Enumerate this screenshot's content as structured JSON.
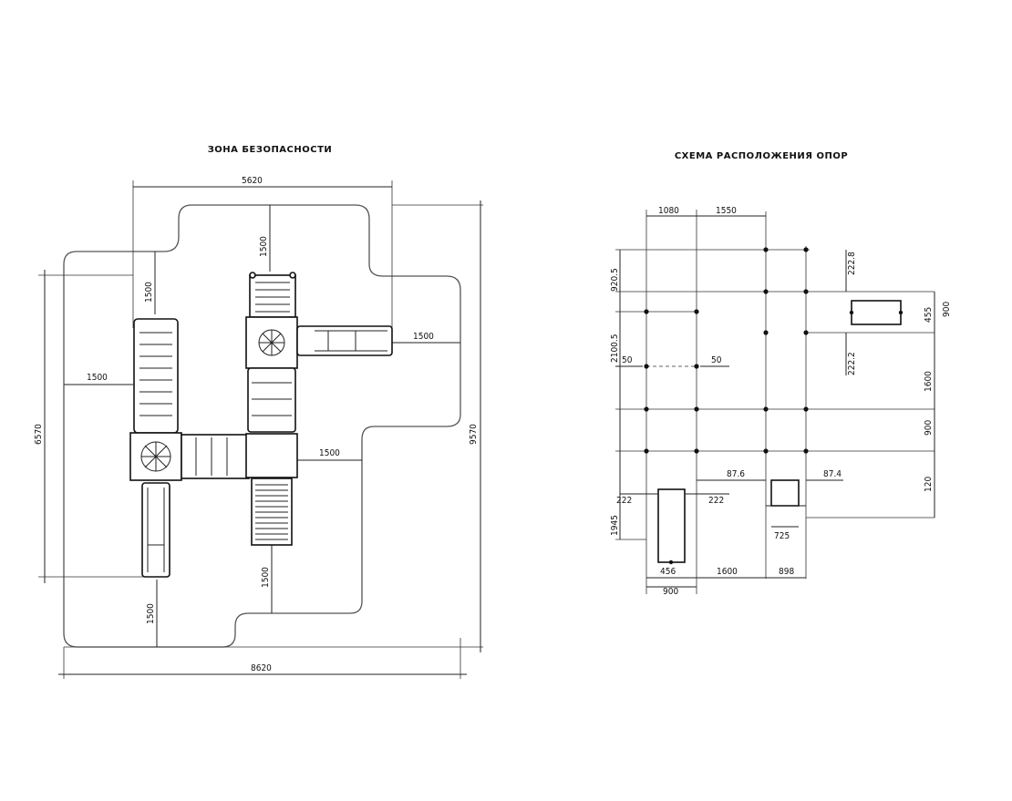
{
  "left": {
    "title": "ЗОНА БЕЗОПАСНОСТИ",
    "dims": {
      "top_width": "5620",
      "bottom_width": "8620",
      "left_height": "6570",
      "right_height": "9570",
      "zone_1500_top": "1500",
      "zone_1500_upper_left": "1500",
      "zone_1500_left": "1500",
      "zone_1500_right": "1500",
      "zone_1500_mid_right": "1500",
      "zone_1500_lower_mid": "1500",
      "zone_1500_bottom": "1500"
    }
  },
  "right": {
    "title": "СХЕМА РАСПОЛОЖЕНИЯ ОПОР",
    "dims": {
      "top_a": "1080",
      "top_b": "1550",
      "left_920": "920.5",
      "left_2100": "2100.5",
      "left_1945": "1945",
      "fifty_left": "50",
      "fifty_right": "50",
      "right_222_8": "222.8",
      "right_222_2": "222.2",
      "right_455": "455",
      "right_900_top": "900",
      "right_1600": "1600",
      "right_900_mid": "900",
      "right_120": "120",
      "mid_87_6": "87.6",
      "mid_87_4": "87.4",
      "low_222_left": "222",
      "low_222_right": "222",
      "low_725": "725",
      "bottom_456": "456",
      "bottom_1600": "1600",
      "bottom_898": "898",
      "bottom_900": "900"
    }
  }
}
